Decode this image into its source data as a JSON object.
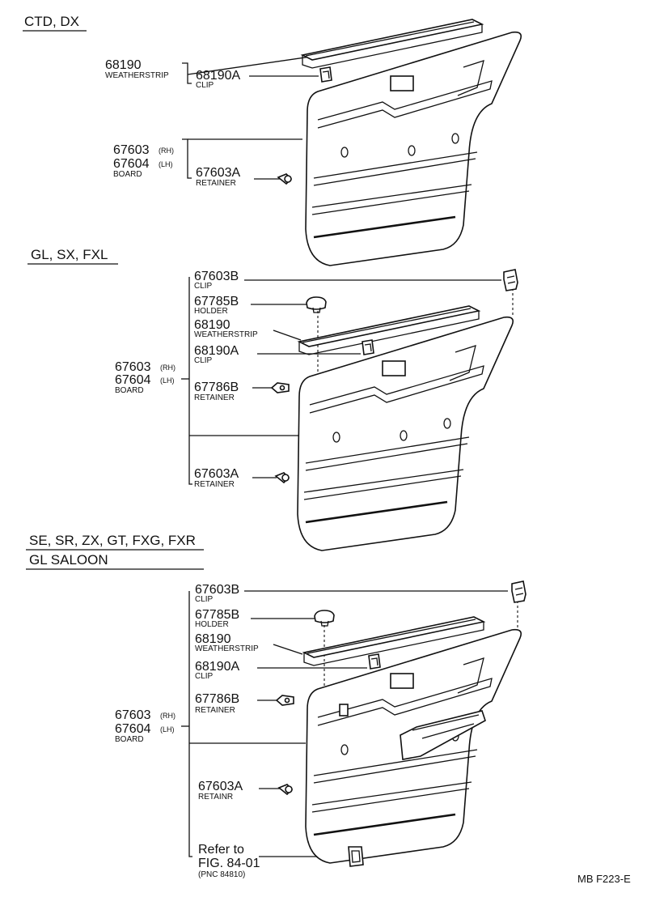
{
  "sections": [
    {
      "heading": "CTD, DX",
      "parts": [
        {
          "pnc": "68190",
          "desc": "WEATHERSTRIP"
        },
        {
          "pnc": "68190A",
          "desc": "CLIP"
        },
        {
          "pnc": "67603",
          "suffix": "(RH)"
        },
        {
          "pnc": "67604",
          "suffix": "(LH)",
          "desc": "BOARD"
        },
        {
          "pnc": "67603A",
          "desc": "RETAINER"
        }
      ]
    },
    {
      "heading": "GL, SX, FXL",
      "parts": [
        {
          "pnc": "67603B",
          "desc": "CLIP"
        },
        {
          "pnc": "67785B",
          "desc": "HOLDER"
        },
        {
          "pnc": "68190",
          "desc": "WEATHERSTRIP"
        },
        {
          "pnc": "68190A",
          "desc": "CLIP"
        },
        {
          "pnc": "67603",
          "suffix": "(RH)"
        },
        {
          "pnc": "67604",
          "suffix": "(LH)",
          "desc": "BOARD"
        },
        {
          "pnc": "67786B",
          "desc": "RETAINER"
        },
        {
          "pnc": "67603A",
          "desc": "RETAINER"
        }
      ]
    },
    {
      "heading": "SE, SR, ZX, GT, FXG, FXR",
      "heading2": "GL SALOON",
      "parts": [
        {
          "pnc": "67603B",
          "desc": "CLIP"
        },
        {
          "pnc": "67785B",
          "desc": "HOLDER"
        },
        {
          "pnc": "68190",
          "desc": "WEATHERSTRIP"
        },
        {
          "pnc": "68190A",
          "desc": "CLIP"
        },
        {
          "pnc": "67786B",
          "desc": "RETAINER"
        },
        {
          "pnc": "67603",
          "suffix": "(RH)"
        },
        {
          "pnc": "67604",
          "suffix": "(LH)",
          "desc": "BOARD"
        },
        {
          "pnc": "67603A",
          "desc": "RETAINR"
        }
      ],
      "refer": {
        "line1": "Refer to",
        "line2": "FIG. 84-01",
        "line3": "(PNC 84810)"
      }
    }
  ],
  "figure_code": "MB F223-E"
}
